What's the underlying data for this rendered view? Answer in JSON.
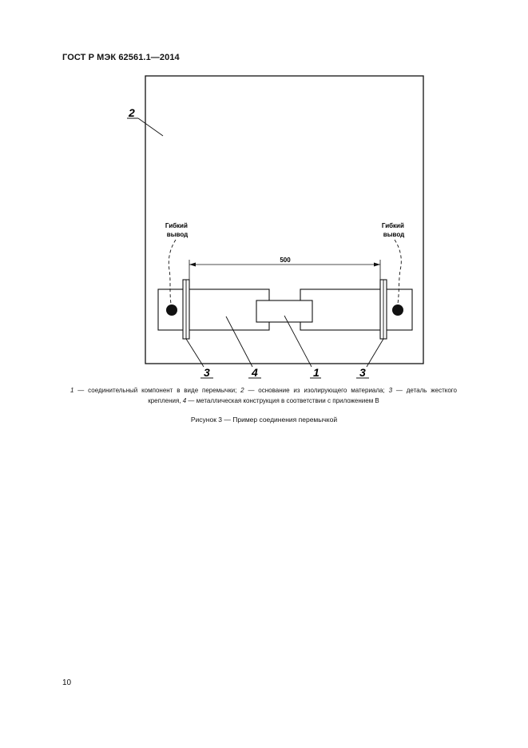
{
  "header": {
    "standard_id": "ГОСТ Р МЭК 62561.1—2014"
  },
  "figure": {
    "flexible_lead_left": [
      "Гибкий",
      "вывод"
    ],
    "flexible_lead_right": [
      "Гибкий",
      "вывод"
    ],
    "dimension_label": "500",
    "callouts": {
      "base": "2",
      "fixing_left": "3",
      "metal": "4",
      "connector": "1",
      "fixing_right": "3"
    }
  },
  "caption": {
    "n1": "1",
    "t1": " — соединительный компонент в виде перемычки; ",
    "n2": "2",
    "t2": " — основание из изолирующего материала; ",
    "n3": "3",
    "t3": " — деталь жесткого крепления, ",
    "n4": "4",
    "t4": " — металлическая конструкция в соответствии с приложением В"
  },
  "figure_title": "Рисунок  3 — Пример соединения перемычкой",
  "page_number": "10"
}
